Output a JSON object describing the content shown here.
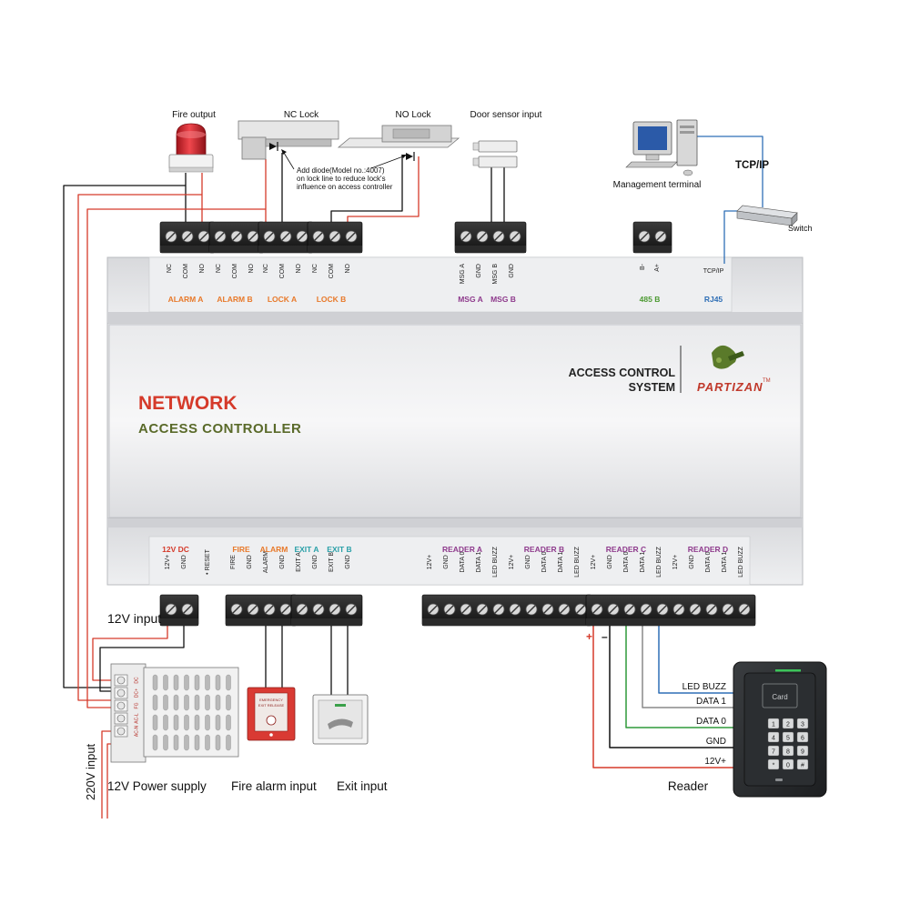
{
  "top_devices": {
    "fire_output": "Fire output",
    "nc_lock": "NC Lock",
    "no_lock": "NO Lock",
    "door_sensor": "Door sensor input",
    "diode_note": [
      "Add diode(Model no.:4007)",
      "on lock line to reduce lock's",
      "influence on access controller"
    ]
  },
  "network": {
    "management_terminal": "Management terminal",
    "tcpip": "TCP/IP",
    "switch": "Switch"
  },
  "controller": {
    "title": "NETWORK",
    "subtitle": "ACCESS CONTROLLER",
    "system_line1": "ACCESS CONTROL",
    "system_line2": "SYSTEM",
    "brand": "PARTIZAN",
    "tm": "TM"
  },
  "top_groups": [
    {
      "name": "ALARM A",
      "color": "orange",
      "pins": [
        "NC",
        "COM",
        "NO"
      ]
    },
    {
      "name": "ALARM B",
      "color": "orange",
      "pins": [
        "NC",
        "COM",
        "NO"
      ]
    },
    {
      "name": "LOCK A",
      "color": "orange",
      "pins": [
        "NC",
        "COM",
        "NO"
      ]
    },
    {
      "name": "LOCK B",
      "color": "orange",
      "pins": [
        "NC",
        "COM",
        "NO"
      ]
    },
    {
      "name": "MSG A",
      "color": "purple",
      "pins": [
        "MSG A",
        "GND"
      ]
    },
    {
      "name": "MSG B",
      "color": "purple",
      "pins": [
        "MSG B",
        "GND"
      ]
    },
    {
      "name": "485 B",
      "color": "green",
      "pins": [
        "B-",
        "A+"
      ]
    },
    {
      "name": "RJ45",
      "color": "blue",
      "pins": [
        "TCP/IP"
      ]
    }
  ],
  "bottom_groups": [
    {
      "name": "12V DC",
      "color": "red",
      "pins": [
        "12V+",
        "GND"
      ]
    },
    {
      "name": "",
      "color": "none",
      "pins": [
        "RESET"
      ]
    },
    {
      "name": "FIRE",
      "color": "orange",
      "pins": [
        "FIRE",
        "GND"
      ]
    },
    {
      "name": "ALARM",
      "color": "orange",
      "pins": [
        "ALARM",
        "GND"
      ]
    },
    {
      "name": "EXIT A",
      "color": "cyan",
      "pins": [
        "EXIT A",
        "GND"
      ]
    },
    {
      "name": "EXIT B",
      "color": "cyan",
      "pins": [
        "EXIT B",
        "GND"
      ]
    },
    {
      "name": "READER A",
      "color": "purple",
      "pins": [
        "12V+",
        "GND",
        "DATA 0",
        "DATA 1",
        "LED BUZZ"
      ]
    },
    {
      "name": "READER B",
      "color": "purple",
      "pins": [
        "12V+",
        "GND",
        "DATA 0",
        "DATA 1",
        "LED BUZZ"
      ]
    },
    {
      "name": "READER C",
      "color": "purple",
      "pins": [
        "12V+",
        "GND",
        "DATA 0",
        "DATA 1",
        "LED BUZZ"
      ]
    },
    {
      "name": "READER D",
      "color": "purple",
      "pins": [
        "12V+",
        "GND",
        "DATA 0",
        "DATA 1",
        "LED BUZZ"
      ]
    }
  ],
  "bottom_labels": {
    "v12_input": "12V input",
    "v220_input": "220V input",
    "power_supply": "12V Power supply",
    "fire_alarm_input": "Fire alarm input",
    "exit_input": "Exit input",
    "reader": "Reader",
    "card": "Card",
    "plus": "+",
    "minus": "–"
  },
  "psu_terminals": [
    "DC",
    "DC+",
    "FG",
    "AC-L",
    "AC-N"
  ],
  "fire_alarm_panel_text": [
    "EMERGENCY",
    "EXIT RELEASE"
  ],
  "reader_wires": [
    {
      "label": "LED BUZZ",
      "color": "#2f6fb6"
    },
    {
      "label": "DATA 1",
      "color": "#8a8a8a"
    },
    {
      "label": "DATA 0",
      "color": "#2f9a3a"
    },
    {
      "label": "GND",
      "color": "#111111"
    },
    {
      "label": "12V+",
      "color": "#d53a2a"
    }
  ],
  "keypad": [
    "1",
    "2",
    "3",
    "4",
    "5",
    "6",
    "7",
    "8",
    "9",
    "*",
    "0",
    "#"
  ],
  "colors": {
    "red_wire": "#d53a2a",
    "black_wire": "#111111",
    "blue_wire": "#2f6fb6",
    "orange": "#e8792a",
    "purple": "#8e3a8c",
    "green": "#4d9a33",
    "cyan": "#2aa0a8",
    "brand_red": "#c0392b",
    "brand_green": "#5a7a2a"
  }
}
